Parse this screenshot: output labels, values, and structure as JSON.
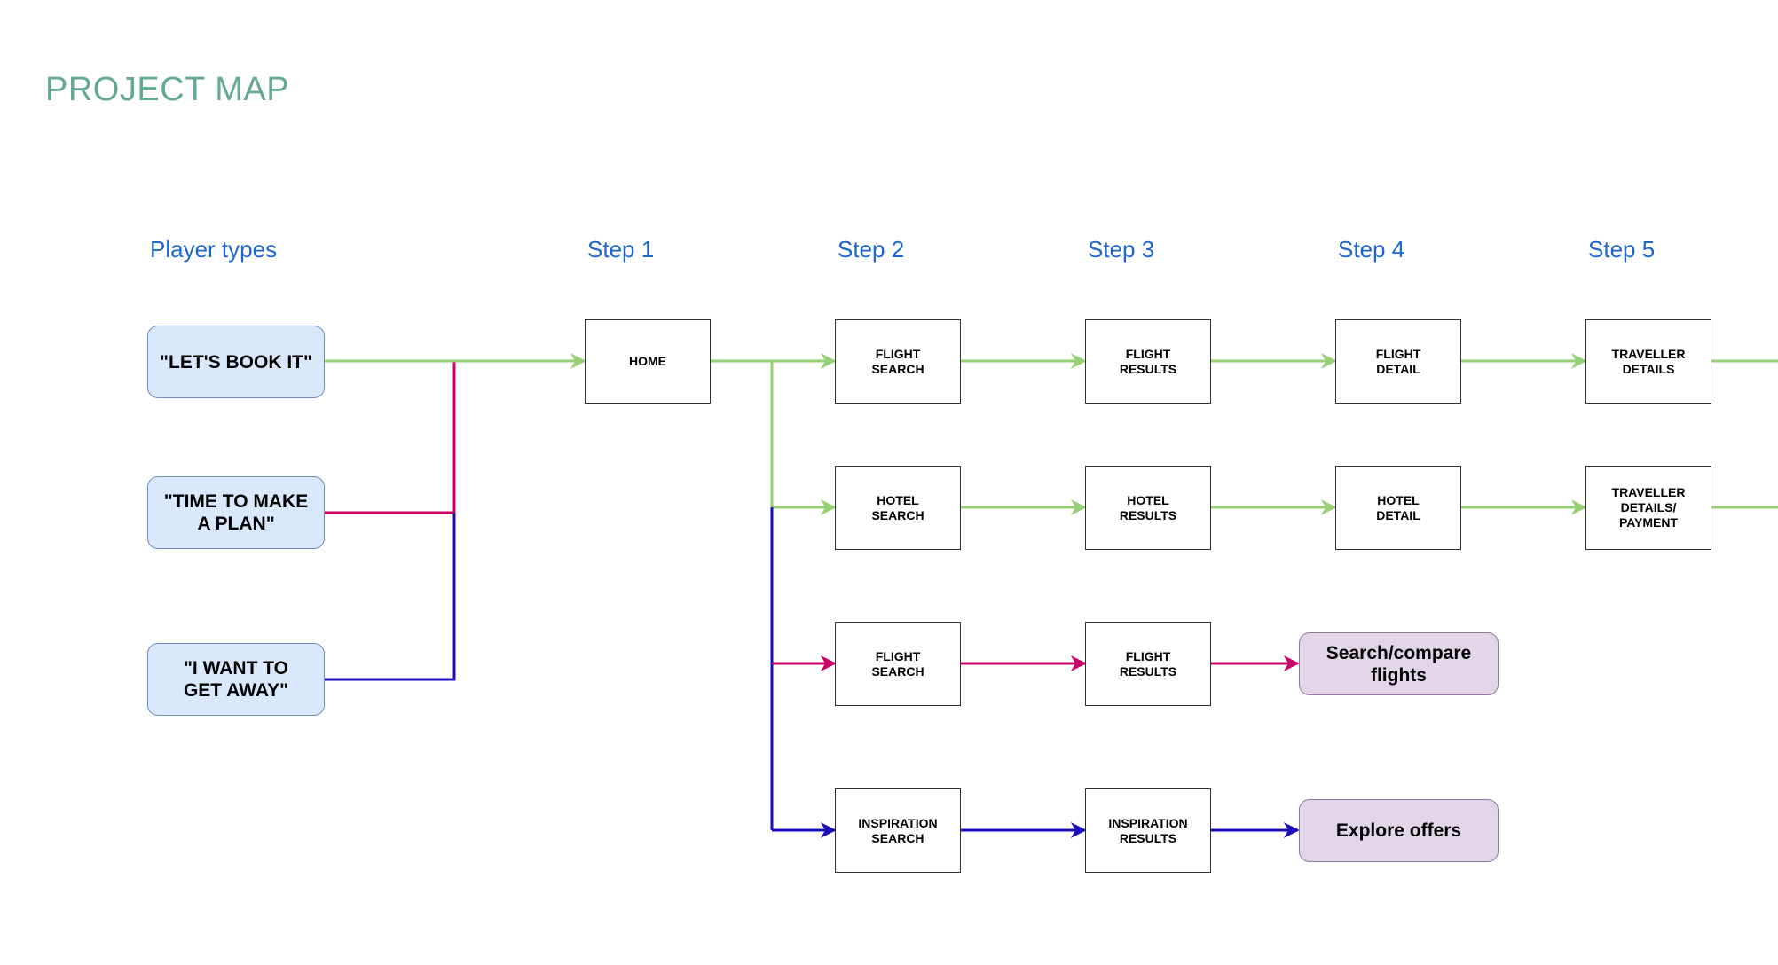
{
  "title": "PROJECT MAP",
  "columns": {
    "players": "Player types",
    "step1": "Step 1",
    "step2": "Step 2",
    "step3": "Step 3",
    "step4": "Step 4",
    "step5": "Step 5"
  },
  "players": {
    "book": "\"LET'S BOOK IT\"",
    "plan": "\"TIME TO MAKE\nA PLAN\"",
    "away": "\"I WANT TO\nGET AWAY\""
  },
  "nodes": {
    "home": "HOME",
    "r1_flight_search": "FLIGHT\nSEARCH",
    "r1_flight_results": "FLIGHT\nRESULTS",
    "r1_flight_detail": "FLIGHT\nDETAIL",
    "r1_traveller": "TRAVELLER\nDETAILS",
    "r2_hotel_search": "HOTEL\nSEARCH",
    "r2_hotel_results": "HOTEL\nRESULTS",
    "r2_hotel_detail": "HOTEL\nDETAIL",
    "r2_traveller": "TRAVELLER\nDETAILS/\nPAYMENT",
    "r3_flight_search": "FLIGHT\nSEARCH",
    "r3_flight_results": "FLIGHT\nRESULTS",
    "r4_insp_search": "INSPIRATION\nSEARCH",
    "r4_insp_results": "INSPIRATION\nRESULTS"
  },
  "outcomes": {
    "compare": "Search/compare\nflights",
    "explore": "Explore offers"
  },
  "colors": {
    "book_path": "#97d077",
    "plan_path": "#cc0066",
    "away_path": "#1a0dbd",
    "heading": "#1f66cc",
    "title": "#63a996"
  }
}
